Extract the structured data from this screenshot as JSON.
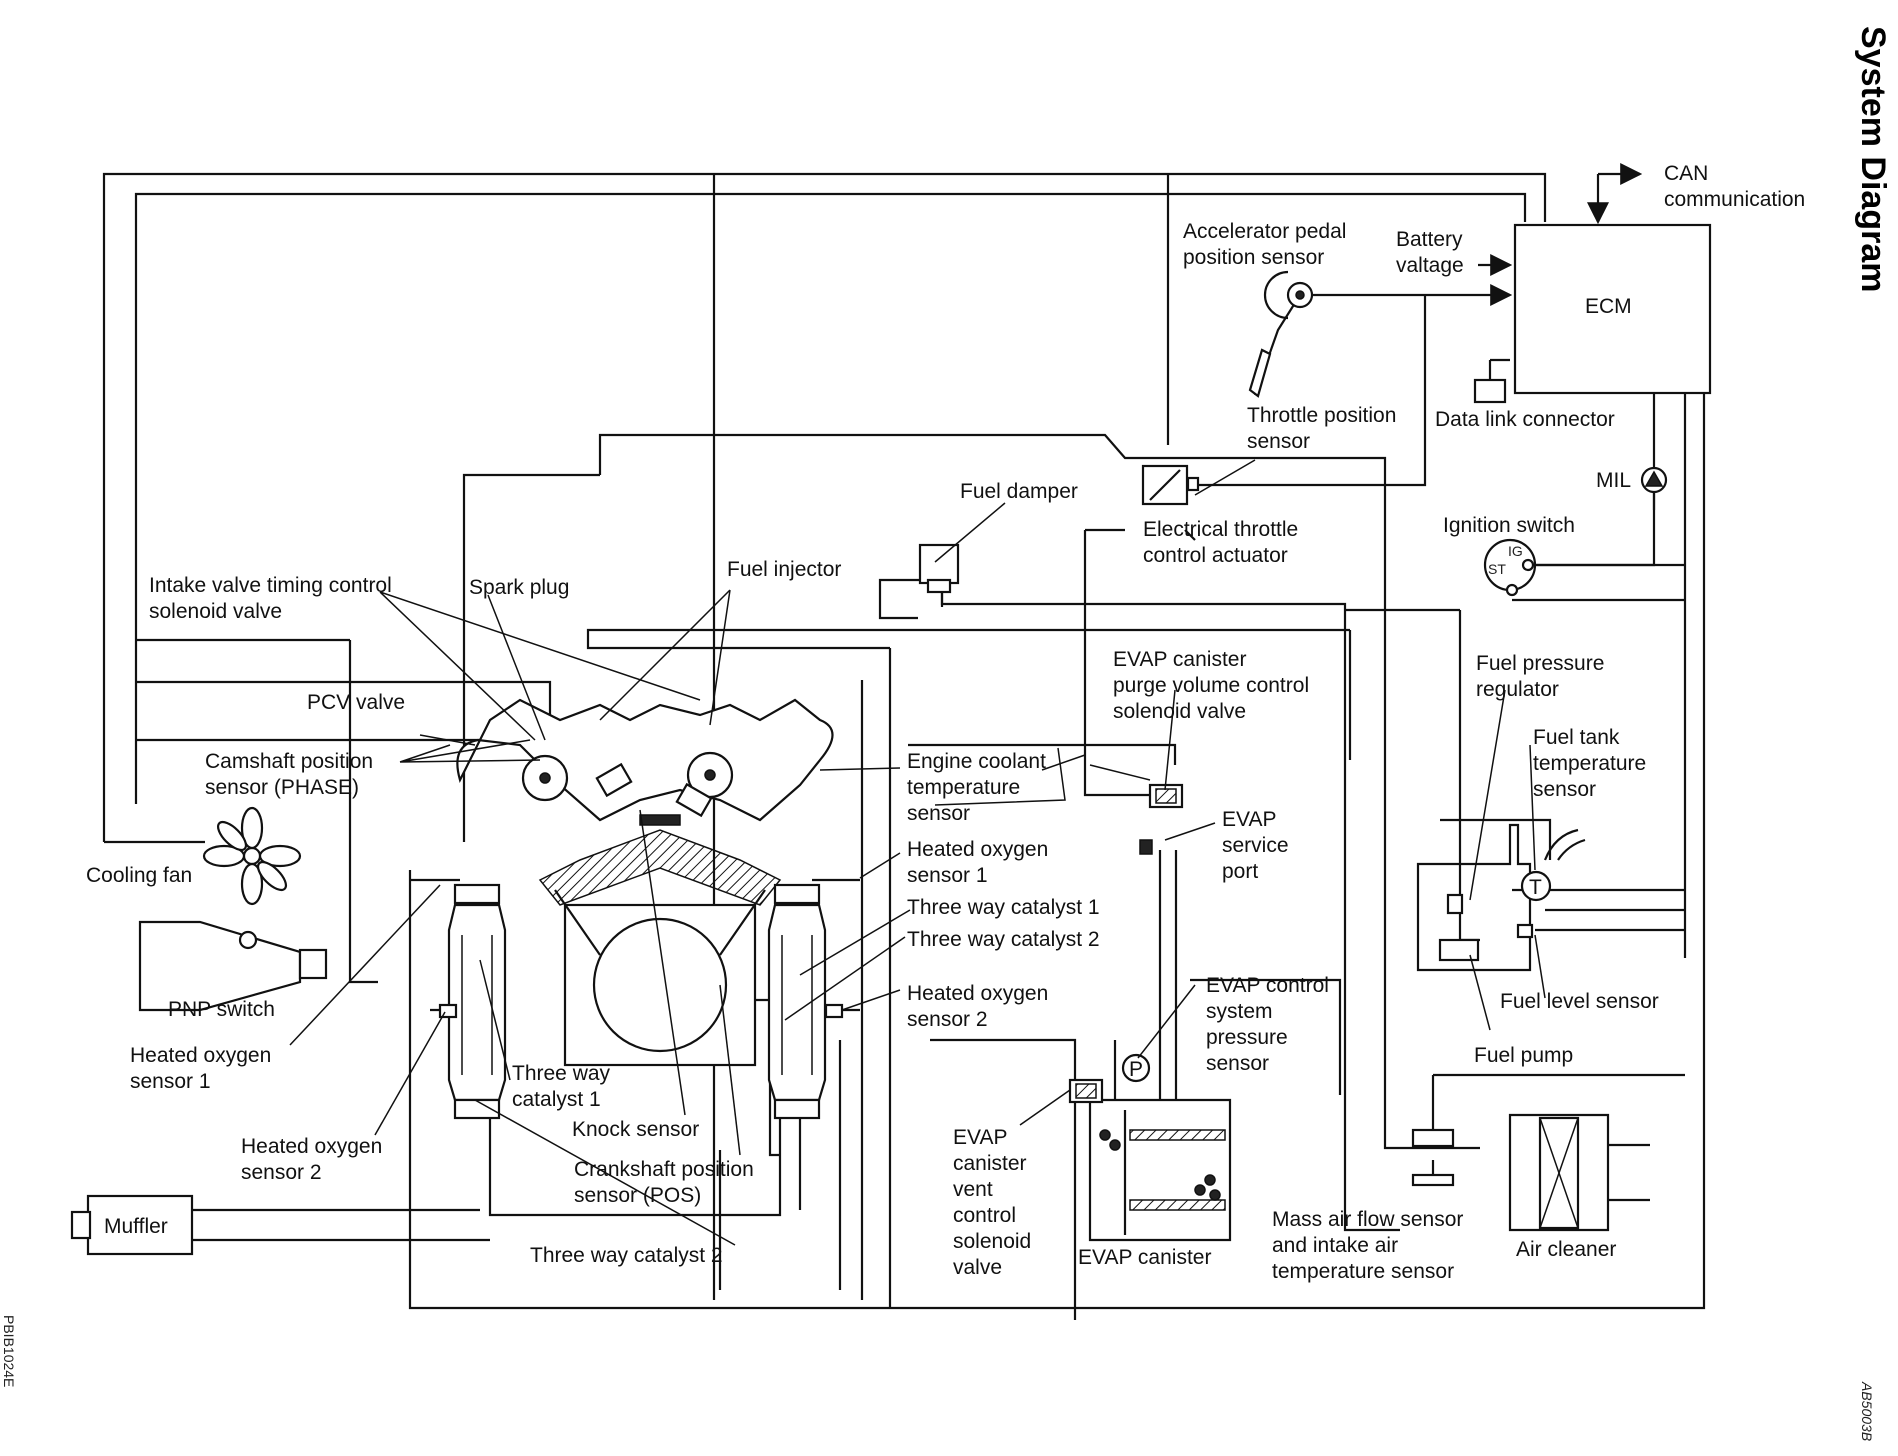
{
  "title": "System Diagram",
  "figure_code_left": "PBIB1024E",
  "figure_code_right": "AB5003B",
  "ecm": {
    "label": "ECM"
  },
  "labels": {
    "can_1": "CAN",
    "can_2": "communication",
    "battery_1": "Battery",
    "battery_2": "valtage",
    "accel_1": "Accelerator pedal",
    "accel_2": "position sensor",
    "data_link": "Data link connector",
    "tps_1": "Throttle position",
    "tps_2": "sensor",
    "mil": "MIL",
    "fuel_damper": "Fuel damper",
    "etc_1": "Electrical throttle",
    "etc_2": "control actuator",
    "ignition": "Ignition switch",
    "ig": "IG",
    "st": "ST",
    "ivtc_1": "Intake valve timing control",
    "ivtc_2": "solenoid valve",
    "spark_plug": "Spark plug",
    "fuel_injector": "Fuel injector",
    "purge_1": "EVAP canister",
    "purge_2": "purge volume control",
    "purge_3": "solenoid valve",
    "fpr_1": "Fuel pressure",
    "fpr_2": "regulator",
    "ftt_1": "Fuel tank",
    "ftt_2": "temperature",
    "ftt_3": "sensor",
    "pcv": "PCV valve",
    "cmp_1": "Camshaft position",
    "cmp_2": "sensor (PHASE)",
    "ect_1": "Engine coolant",
    "ect_2": "temperature",
    "ect_3": "sensor",
    "svc_1": "EVAP",
    "svc_2": "service",
    "svc_3": "port",
    "cooling_fan": "Cooling fan",
    "ho2_r_1": "Heated oxygen",
    "ho2_r_2": "sensor 1",
    "twc1_r": "Three way catalyst 1",
    "twc2_r": "Three way catalyst 2",
    "ho2_r2_1": "Heated oxygen",
    "ho2_r2_2": "sensor 2",
    "pnp": "PNP switch",
    "evsp_1": "EVAP control",
    "evsp_2": "system",
    "evsp_3": "pressure",
    "evsp_4": "sensor",
    "fuel_level": "Fuel level sensor",
    "ho2_l_1": "Heated oxygen",
    "ho2_l_2": "sensor 1",
    "fuel_pump": "Fuel pump",
    "twc1_l_1": "Three way",
    "twc1_l_2": "catalyst 1",
    "knock": "Knock sensor",
    "ho2_l2_1": "Heated oxygen",
    "ho2_l2_2": "sensor 2",
    "ckp_1": "Crankshaft position",
    "ckp_2": "sensor (POS)",
    "vent_1": "EVAP",
    "vent_2": "canister",
    "vent_3": "vent",
    "vent_4": "control",
    "vent_5": "solenoid",
    "vent_6": "valve",
    "muffler": "Muffler",
    "twc2_l": "Three way catalyst 2",
    "evap_canister": "EVAP canister",
    "maf_1": "Mass air flow sensor",
    "maf_2": "and intake air",
    "maf_3": "temperature sensor",
    "air_cleaner": "Air cleaner",
    "t": "T",
    "p": "P"
  }
}
